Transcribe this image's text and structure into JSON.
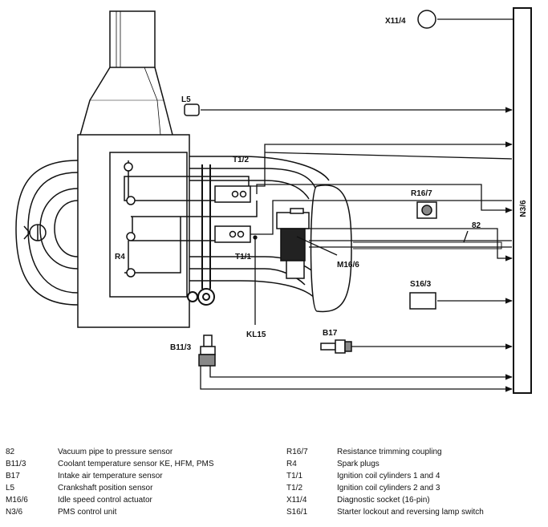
{
  "diagram": {
    "labels": {
      "x11_4": "X11/4",
      "l5": "L5",
      "t1_2": "T1/2",
      "r16_7": "R16/7",
      "n3_6": "N3/6",
      "code_82": "82",
      "r4": "R4",
      "t1_1": "T1/1",
      "m16_6": "M16/6",
      "s16_3": "S16/3",
      "kl15": "KL15",
      "b17": "B17",
      "b11_3": "B11/3"
    }
  },
  "legend": {
    "left": [
      {
        "code": "82",
        "desc": "Vacuum pipe to pressure sensor"
      },
      {
        "code": "B11/3",
        "desc": "Coolant temperature sensor KE, HFM, PMS"
      },
      {
        "code": "B17",
        "desc": "Intake air temperature sensor"
      },
      {
        "code": "L5",
        "desc": "Crankshaft position sensor"
      },
      {
        "code": "M16/6",
        "desc": "Idle speed control actuator"
      },
      {
        "code": "N3/6",
        "desc": "PMS control unit"
      }
    ],
    "right": [
      {
        "code": "R16/7",
        "desc": "Resistance trimming coupling"
      },
      {
        "code": "R4",
        "desc": "Spark plugs"
      },
      {
        "code": "T1/1",
        "desc": "Ignition coil cylinders 1 and 4"
      },
      {
        "code": "T1/2",
        "desc": "Ignition coil cylinders 2 and 3"
      },
      {
        "code": "X11/4",
        "desc": "Diagnostic socket (16-pin)"
      },
      {
        "code": "S16/1",
        "desc": "Starter lockout and reversing lamp switch"
      }
    ]
  }
}
